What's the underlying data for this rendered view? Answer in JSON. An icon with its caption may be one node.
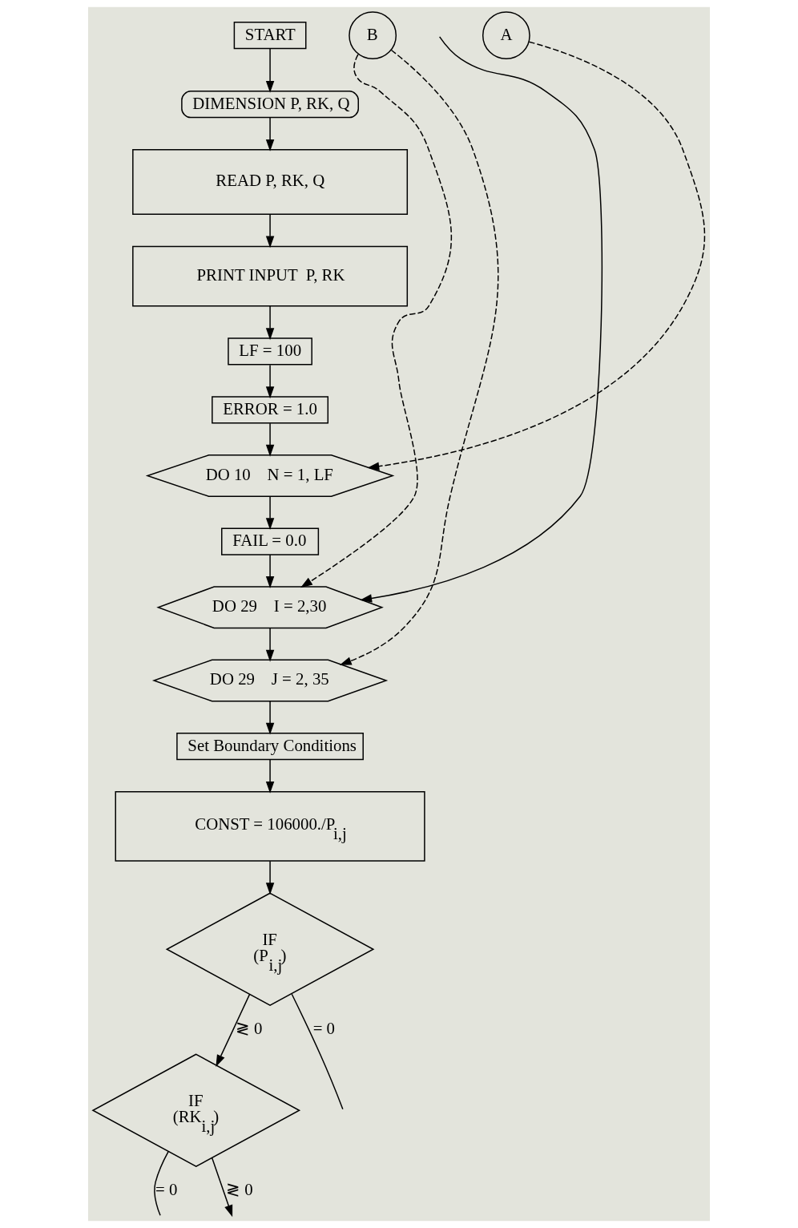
{
  "diagram": {
    "nodes": [
      {
        "text": [
          "START"
        ]
      },
      {
        "text": [
          "DIMENSION P, RK, Q"
        ]
      },
      {
        "text": [
          "READ P, RK, Q"
        ]
      },
      {
        "text": [
          "PRINT INPUT  P, RK"
        ]
      },
      {
        "text": [
          "LF = 100"
        ]
      },
      {
        "text": [
          "ERROR = 1.0"
        ]
      },
      {
        "text": [
          "DO 10    N = 1, LF"
        ]
      },
      {
        "text": [
          "FAIL = 0.0"
        ]
      },
      {
        "text": [
          "DO 29    I = 2,30"
        ]
      },
      {
        "text": [
          "DO 29    J = 2, 35"
        ]
      },
      {
        "text": [
          "Set Boundary Conditions"
        ]
      },
      {
        "text": [
          "CONST = 106000./P$_{i,j}$"
        ]
      },
      {
        "text": [
          "IF",
          "(P$_{i,j}$)"
        ]
      },
      {
        "text": [
          "IF",
          "(RK$_{i,j}$)"
        ]
      },
      {
        "text": [
          "A"
        ]
      },
      {
        "text": [
          "B"
        ]
      }
    ],
    "edges": [
      {
        "from": 0,
        "to": 1,
        "arrow": "to"
      },
      {
        "from": 1,
        "to": 2,
        "arrow": "to"
      },
      {
        "from": 2,
        "to": 3,
        "arrow": "to"
      },
      {
        "from": 3,
        "to": 4,
        "arrow": "to"
      },
      {
        "from": 4,
        "to": 5,
        "arrow": "to"
      },
      {
        "from": 5,
        "to": 6,
        "arrow": "to"
      },
      {
        "from": 14,
        "to": 6,
        "arrow": "to",
        "style": "dashed"
      },
      {
        "from": 6,
        "to": 7,
        "arrow": "to"
      },
      {
        "from": 7,
        "to": 8,
        "arrow": "to"
      },
      {
        "from": 15,
        "to": 8,
        "arrow": "to",
        "style": "dashed"
      },
      {
        "from": null,
        "to": 8,
        "arrow": "to"
      },
      {
        "from": 8,
        "to": 9,
        "arrow": "to"
      },
      {
        "from": 15,
        "to": 9,
        "arrow": "to",
        "style": "dashed"
      },
      {
        "from": 9,
        "to": 10,
        "arrow": "to"
      },
      {
        "from": 10,
        "to": 11,
        "arrow": "to"
      },
      {
        "from": 11,
        "to": 12,
        "arrow": "to"
      },
      {
        "from": 12,
        "to": null,
        "label": "= 0",
        "arrow": "none"
      },
      {
        "from": 12,
        "to": 13,
        "label": "≷ 0",
        "arrow": "to"
      },
      {
        "from": 13,
        "to": null,
        "label": "= 0",
        "arrow": "none"
      },
      {
        "from": 13,
        "to": null,
        "label": "≷ 0",
        "arrow": "to"
      }
    ]
  }
}
